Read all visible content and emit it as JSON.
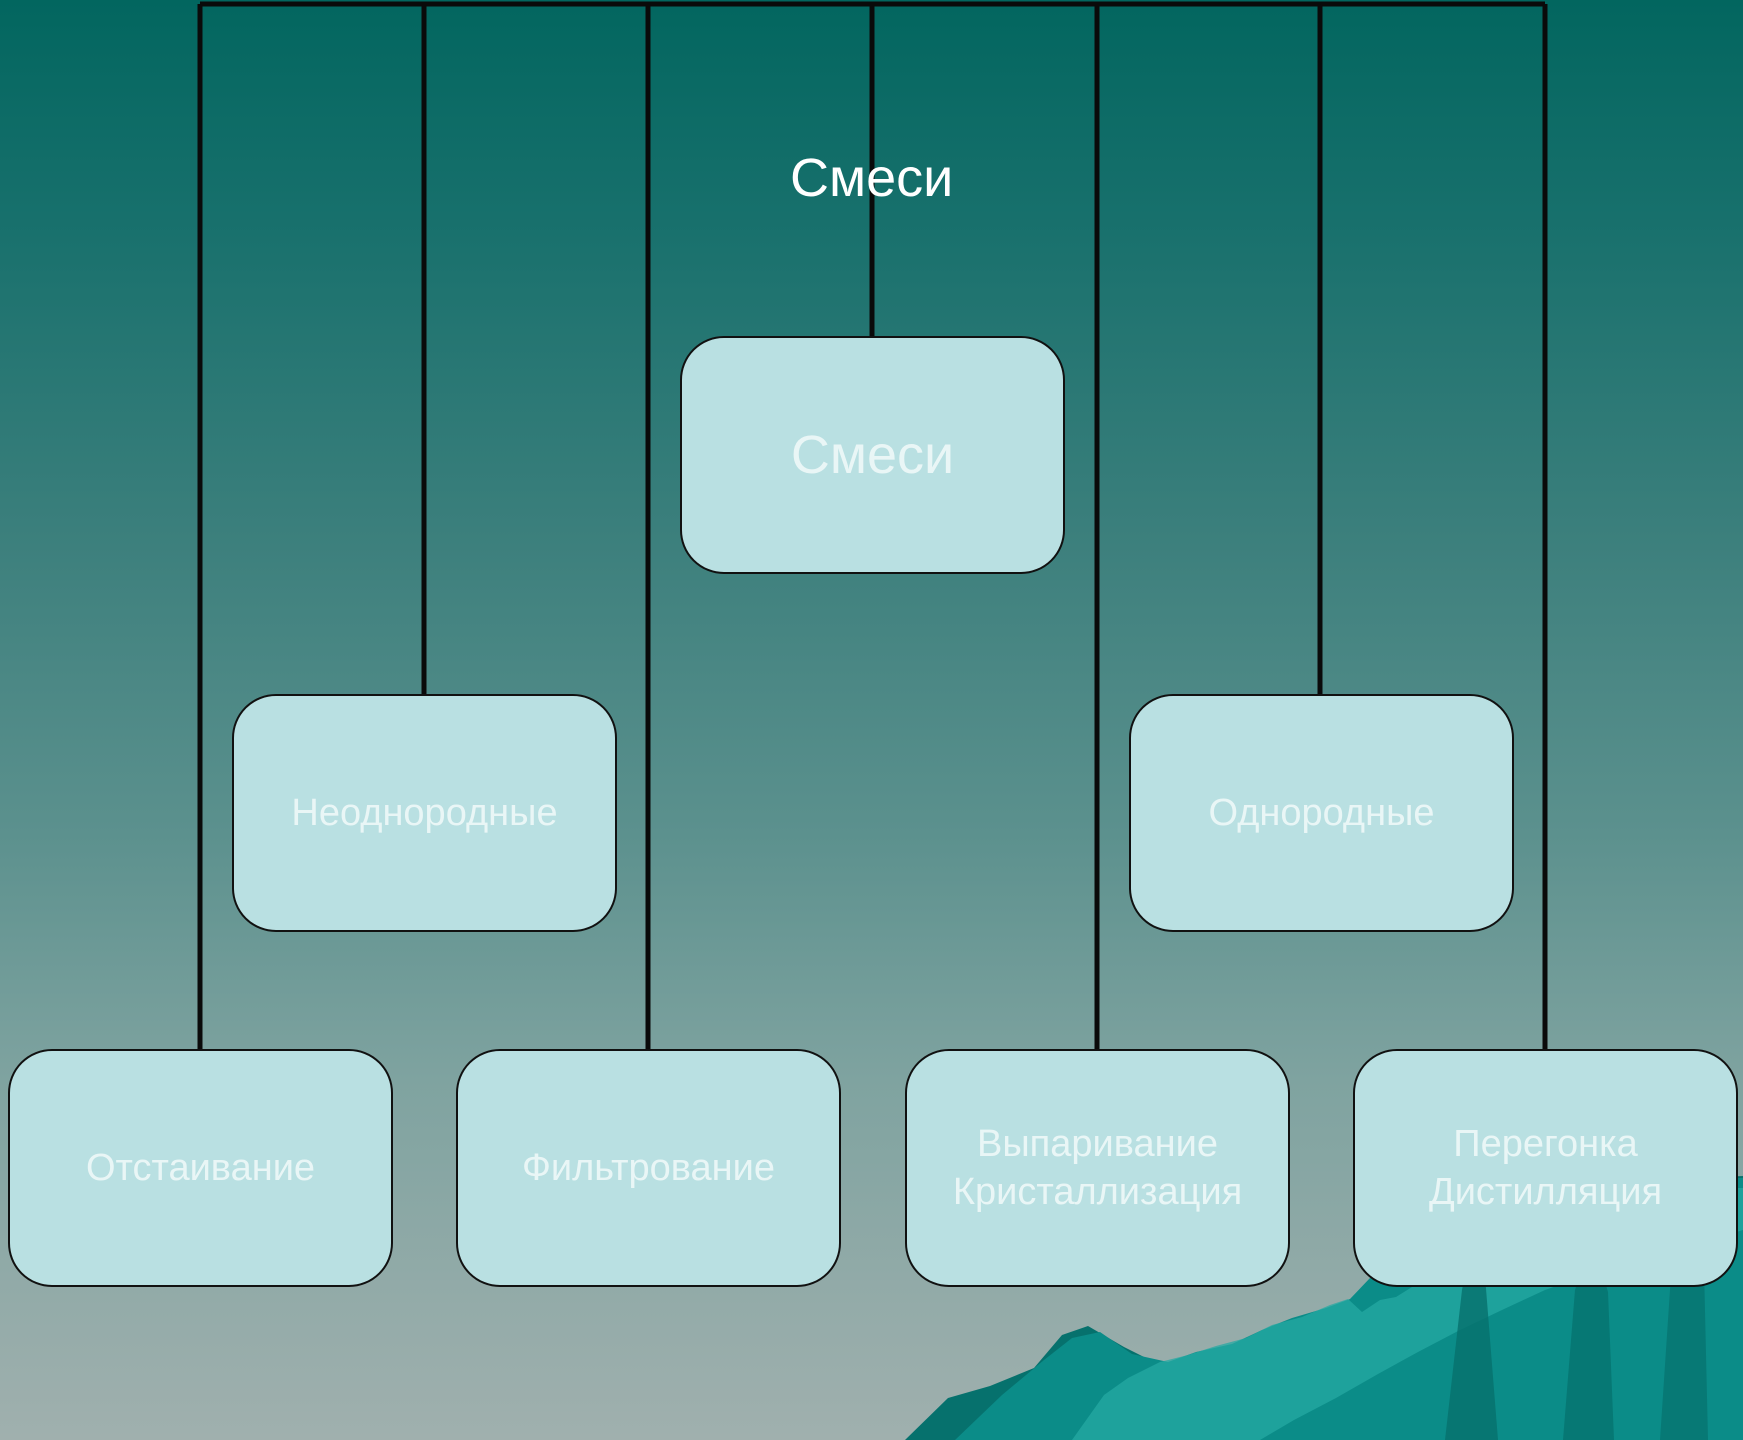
{
  "diagram": {
    "title": "Смеси",
    "root": {
      "label": "Смеси"
    },
    "categories": [
      {
        "label": "Неоднородные"
      },
      {
        "label": "Однородные"
      }
    ],
    "methods": [
      {
        "label": "Отстаивание"
      },
      {
        "label": "Фильтрование"
      },
      {
        "label": "Выпаривание\nКристаллизация"
      },
      {
        "label": "Перегонка\nДистилляция"
      }
    ]
  }
}
